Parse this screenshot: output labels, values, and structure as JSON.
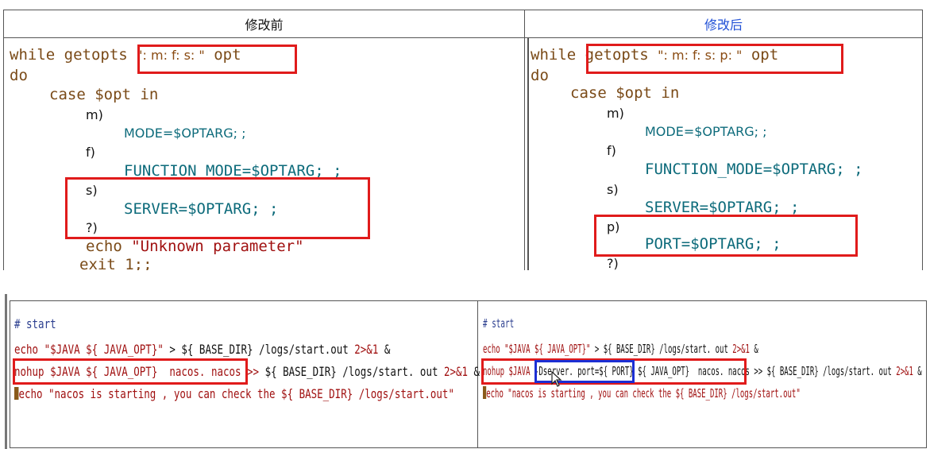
{
  "top": {
    "header_before": "修改前",
    "header_after": "修改后",
    "before": {
      "l1_kw": "while getopts ",
      "l1_opts": "\": m: f: s: \"",
      "l1_opt": " opt",
      "l2": "do",
      "l3": "case $opt in",
      "l4": "m)",
      "l5": "MODE=$OPTARG; ;",
      "l6": "f)",
      "l7": "FUNCTION_MODE=$OPTARG; ;",
      "l8": "s)",
      "l9": "SERVER=$OPTARG; ;",
      "l10": "?)",
      "l11_cmd": "echo ",
      "l11_str": "\"Unknown parameter\"",
      "l12": "exit 1;;"
    },
    "after": {
      "l1_kw": "while ",
      "l1_getopts": "getopts ",
      "l1_opts": "\": m: f: s: p: \"",
      "l1_opt": " opt",
      "l2": "do",
      "l3": "case $opt in",
      "l4": "m)",
      "l5": "MODE=$OPTARG; ;",
      "l6": "f)",
      "l7": "FUNCTION_MODE=$OPTARG; ;",
      "l8": "s)",
      "l9": "SERVER=$OPTARG; ;",
      "l10": "p)",
      "l11": "PORT=$OPTARG; ;",
      "l12": "?)"
    }
  },
  "bottom": {
    "left": {
      "comment": "# start",
      "l1_a": "echo \"$JAVA ${ JAVA_OPT}\"",
      "l1_b": " > ${ BASE_DIR} /logs/start.out ",
      "l1_c": "2>&1",
      "l1_d": " &",
      "l2_a": "nohup $JAVA ${ JAVA_OPT}  nacos. nacos >>",
      "l2_b": " ${ BASE_DIR} /logs/start. out ",
      "l2_c": "2>&1",
      "l2_d": " &",
      "l3_a": "echo \"nacos is starting , you can check the ${ BASE_DIR} /logs/start.out\""
    },
    "right": {
      "comment": "# start",
      "l1_a": "echo \"$JAVA ${ JAVA_OPT}\"",
      "l1_b": " > ${ BASE_DIR} /logs/start. out ",
      "l1_c": "2>&1",
      "l1_d": " &",
      "l2_a": "nohup $JAVA ",
      "l2_blue": "-Dserver. port=${ PORT}",
      "l2_b": " ${ JAVA_OPT}  nacos. nacos",
      "l2_c": " >> ${ BASE_DIR} /logs/start. out ",
      "l2_d": "2>&1",
      "l2_e": " &",
      "l3_a": "echo \"nacos is starting , you can check the ${ BASE_DIR} /logs/start.out\""
    }
  },
  "colors": {
    "highlight_red": "#e01b1b",
    "highlight_blue": "#1c2fd4",
    "header_after": "#1f4fd6"
  }
}
